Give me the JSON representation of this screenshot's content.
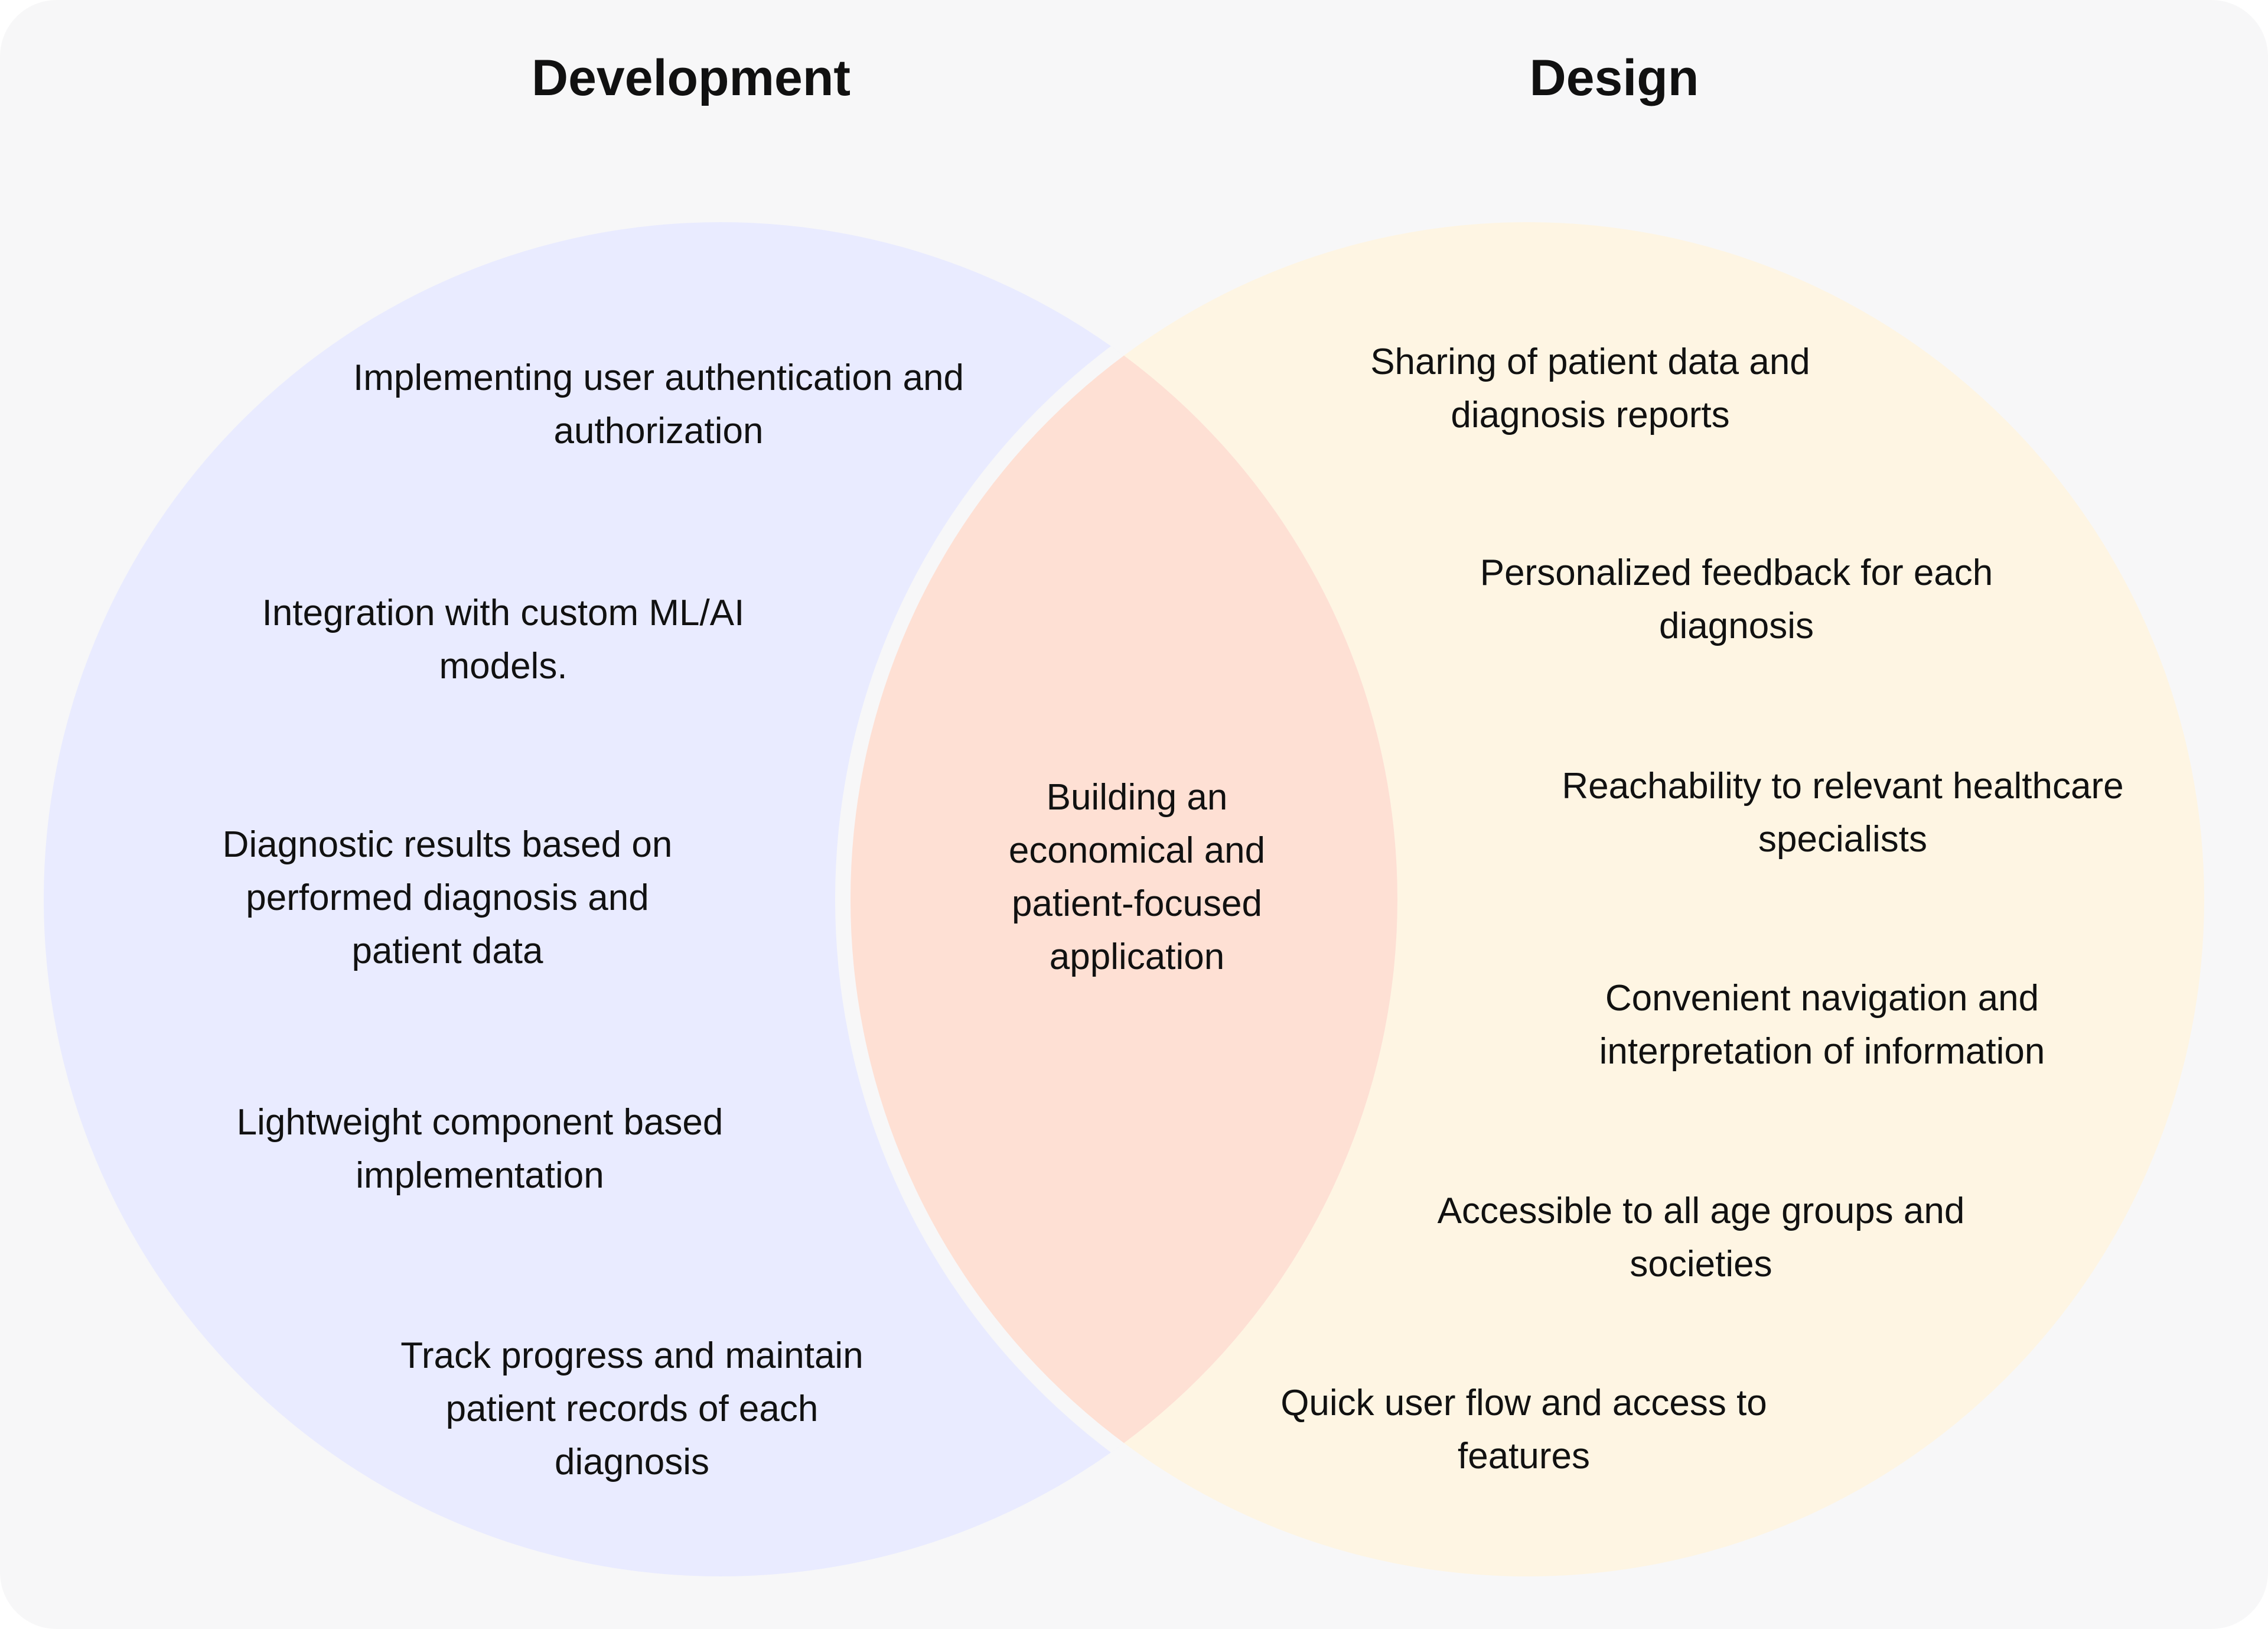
{
  "colors": {
    "background": "#f7f7f8",
    "development_circle": "#e9ebff",
    "design_circle": "#fef5e3",
    "overlap": "#fee0d4",
    "gap": "#f7f7f8",
    "text": "#111111"
  },
  "development": {
    "heading": "Development",
    "items": [
      "Implementing user authentication and authorization",
      "Integration with custom ML/AI models.",
      "Diagnostic results based on performed diagnosis and patient data",
      "Lightweight component based implementation",
      "Track progress and maintain patient records of each diagnosis"
    ]
  },
  "design": {
    "heading": "Design",
    "items": [
      "Sharing of patient data and diagnosis reports",
      "Personalized feedback for each diagnosis",
      "Reachability to relevant healthcare specialists",
      "Convenient navigation and interpretation of information",
      "Accessible to all age groups and societies",
      "Quick user flow and access to features"
    ]
  },
  "overlap": {
    "text": "Building an economical and patient-focused application"
  }
}
